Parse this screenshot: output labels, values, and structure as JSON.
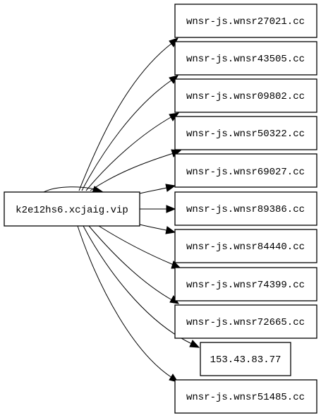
{
  "graph": {
    "source": {
      "label": "k2e12hs6.xcjaig.vip"
    },
    "targets": [
      {
        "label": "wnsr-js.wnsr27021.cc"
      },
      {
        "label": "wnsr-js.wnsr43505.cc"
      },
      {
        "label": "wnsr-js.wnsr09802.cc"
      },
      {
        "label": "wnsr-js.wnsr50322.cc"
      },
      {
        "label": "wnsr-js.wnsr69027.cc"
      },
      {
        "label": "wnsr-js.wnsr89386.cc"
      },
      {
        "label": "wnsr-js.wnsr84440.cc"
      },
      {
        "label": "wnsr-js.wnsr74399.cc"
      },
      {
        "label": "wnsr-js.wnsr72665.cc"
      },
      {
        "label": "153.43.83.77"
      },
      {
        "label": "wnsr-js.wnsr51485.cc"
      }
    ]
  }
}
